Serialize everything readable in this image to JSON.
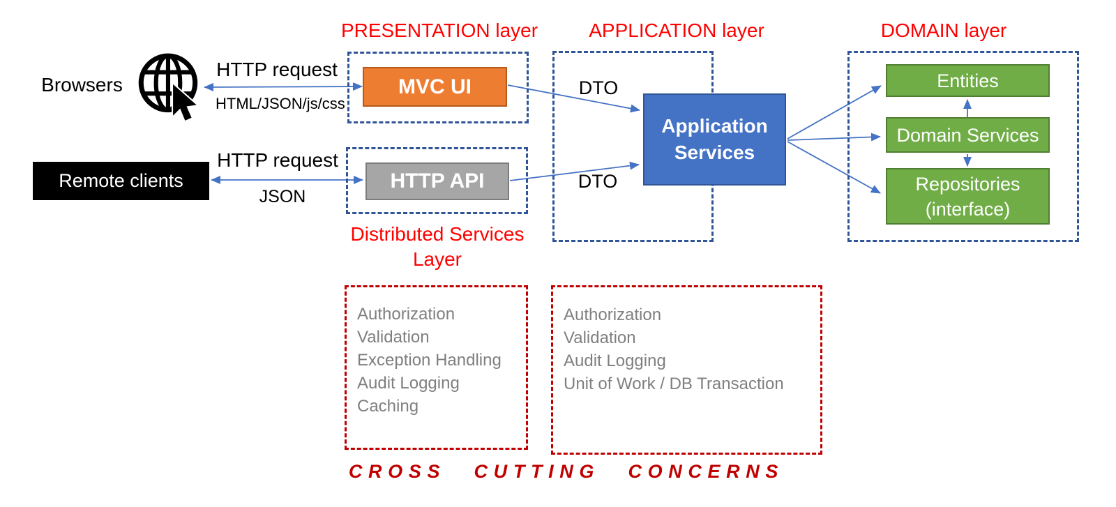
{
  "diagram_title": "layered architecture diagram",
  "colors": {
    "accent_blue": "#4472C4",
    "dashed_blue_border": "#2F5597",
    "orange_fill": "#ED7D31",
    "orange_border": "#B55A1C",
    "gray_fill": "#A6A6A6",
    "gray_border": "#7C7C7C",
    "green_fill": "#70AD47",
    "green_border": "#507E32",
    "label_red": "#FF0000",
    "dark_red": "#C00000",
    "concern_text_gray": "#7F7F7F",
    "client_box_black": "#000000"
  },
  "icons": {
    "browsers_icon": "globe-with-pointer-cursor"
  },
  "clients": {
    "browsers_label": "Browsers",
    "remote_clients_label": "Remote clients"
  },
  "connections": {
    "http_request_top": "HTTP request",
    "http_response_top": "HTML/JSON/js/css",
    "http_request_bottom": "HTTP request",
    "http_response_bottom": "JSON",
    "dto_top": "DTO",
    "dto_bottom": "DTO"
  },
  "layers": {
    "presentation": {
      "label": "PRESENTATION layer",
      "mvc_ui_box": "MVC UI",
      "http_api_box": "HTTP API",
      "distributed_services_label": "Distributed Services\nLayer"
    },
    "application": {
      "label": "APPLICATION layer",
      "application_services_box": "Application\nServices"
    },
    "domain": {
      "label": "DOMAIN layer",
      "entities_box": "Entities",
      "domain_services_box": "Domain Services",
      "repositories_box": "Repositories\n(interface)"
    }
  },
  "cross_cutting": {
    "title": "CROSS CUTTING CONCERNS",
    "distributed_concerns": [
      "Authorization",
      "Validation",
      "Exception Handling",
      "Audit Logging",
      "Caching"
    ],
    "application_concerns": [
      "Authorization",
      "Validation",
      "Audit Logging",
      "Unit of Work / DB Transaction"
    ]
  }
}
